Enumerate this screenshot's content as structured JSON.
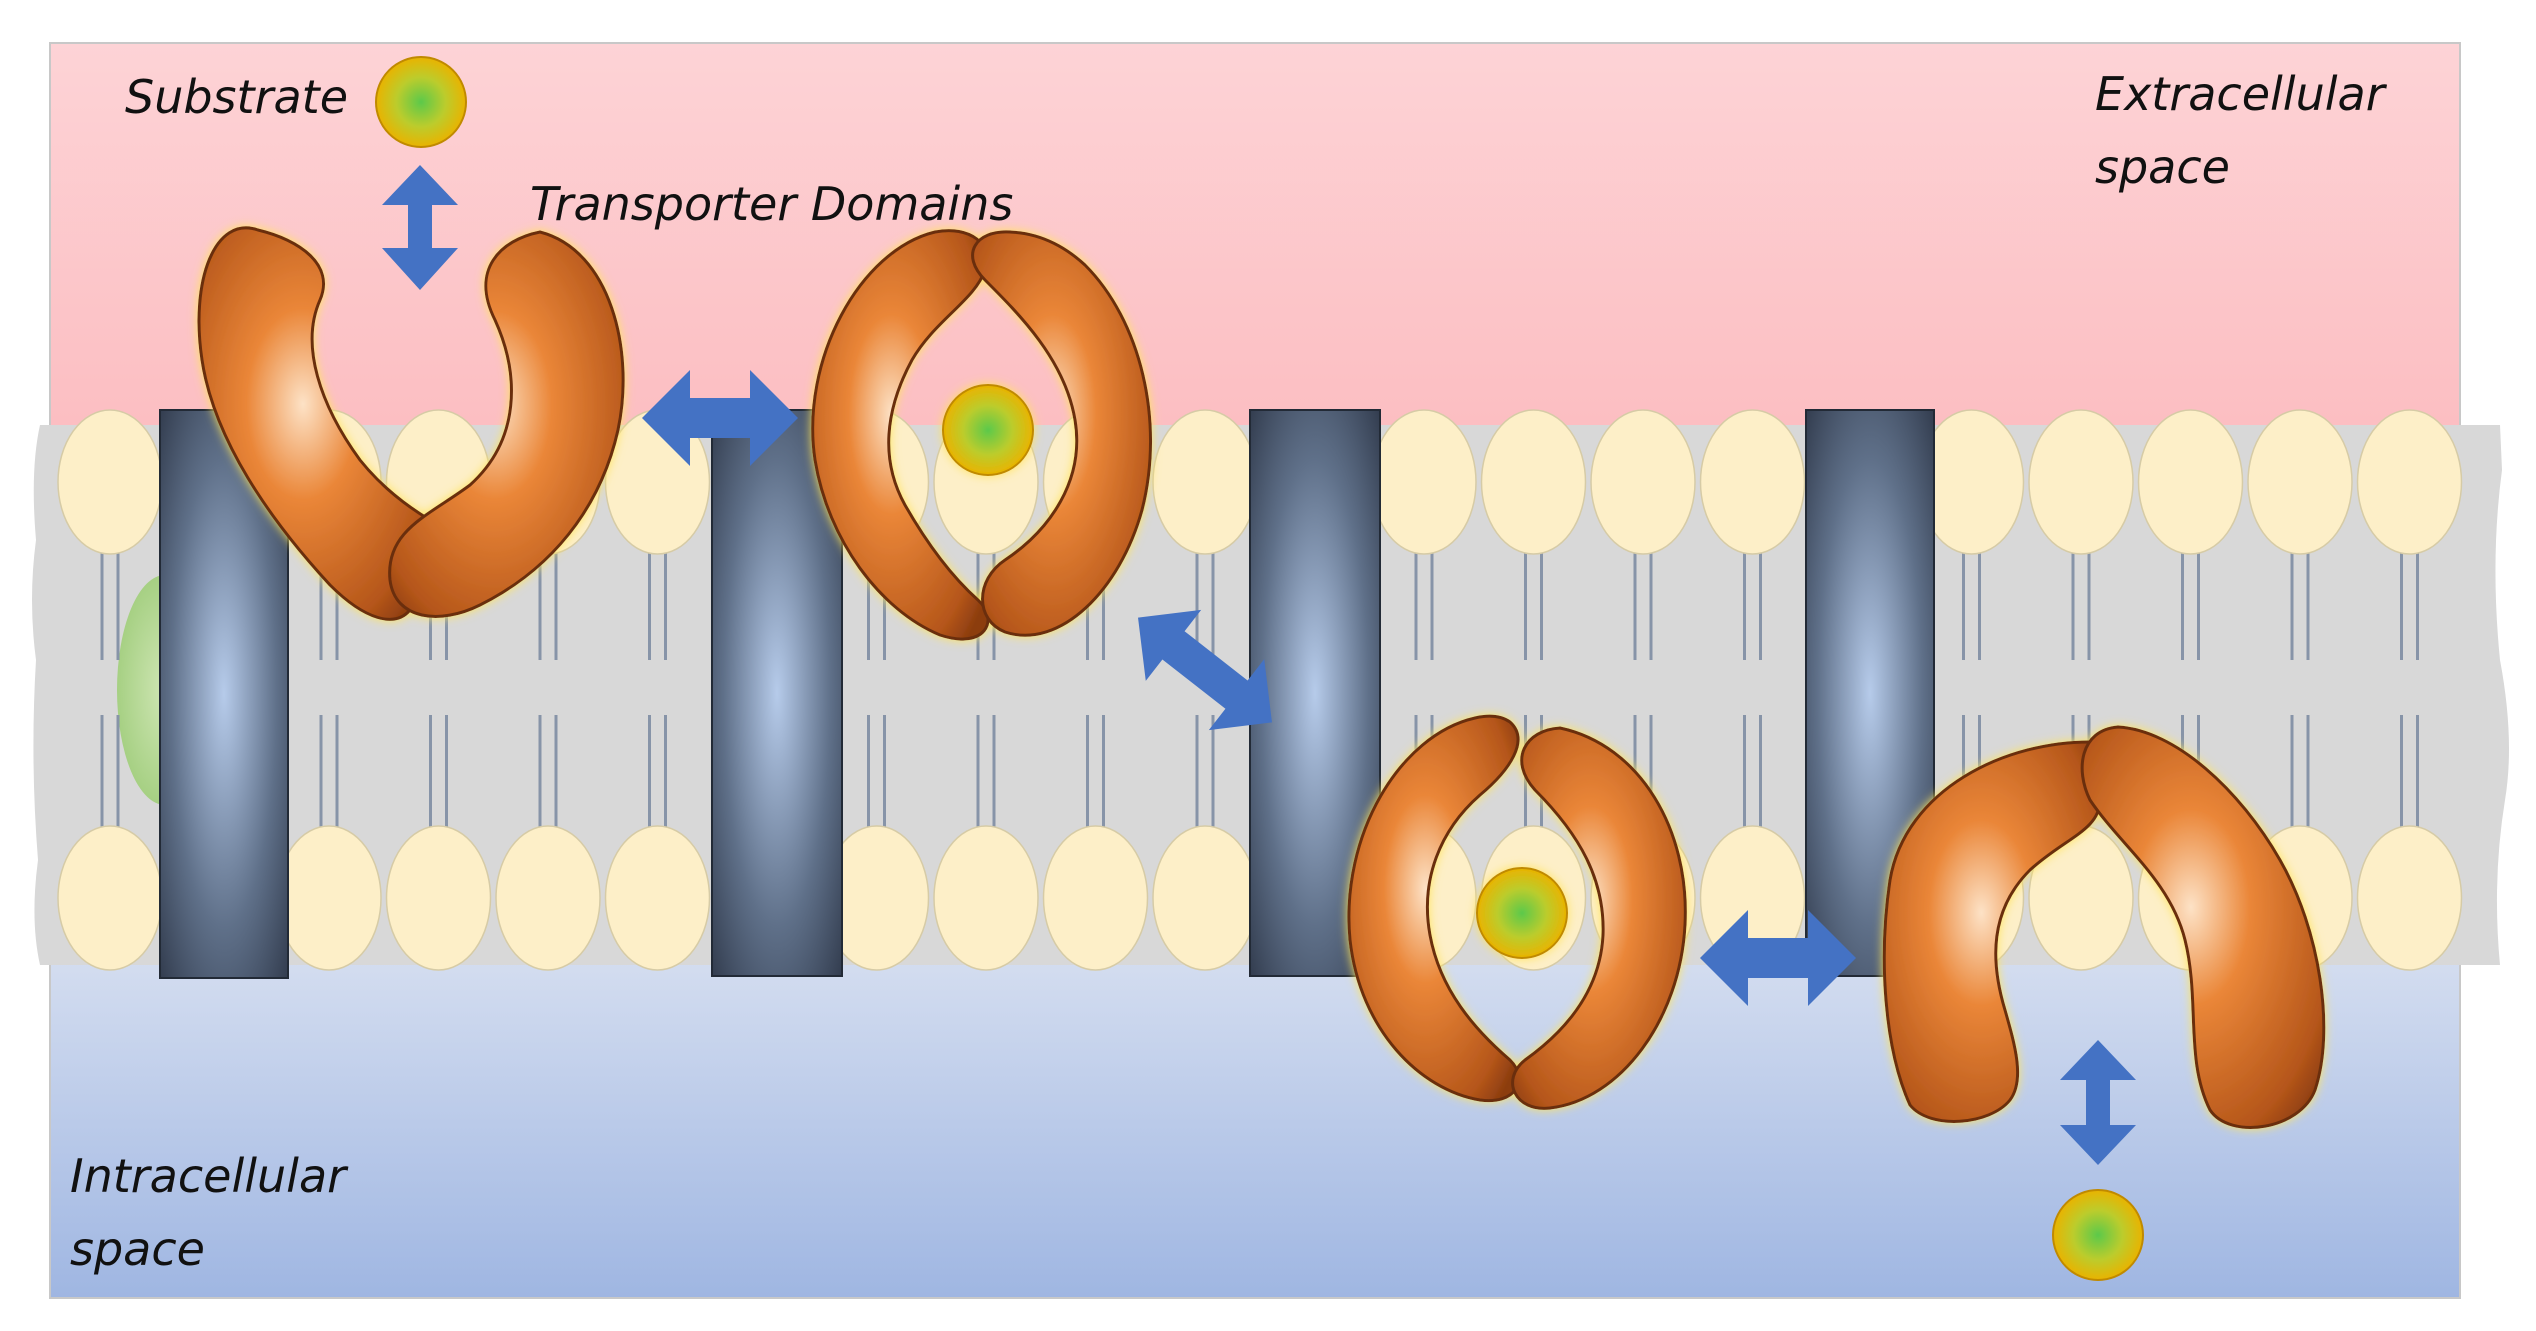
{
  "labels": {
    "substrate": "Substrate",
    "transporter_domains": "Transporter Domains",
    "extracellular_line1": "Extracellular",
    "extracellular_line2": "space",
    "intracellular_line1": "Intracellular",
    "intracellular_line2": "space"
  },
  "colors": {
    "extracellular_top": "#fdd3d6",
    "extracellular_bottom": "#fcbcc0",
    "intracellular_top": "#c9d5ec",
    "intracellular_bottom": "#9eb5e1",
    "membrane": "#d8d8d8",
    "lipid_head": "#fdefc8",
    "lipid_tail": "#8794a8",
    "protein_light": "#b2c8e8",
    "protein_dark": "#2c3546",
    "domain_light": "#fbd7b6",
    "domain_mid": "#e67f33",
    "domain_dark": "#9a4411",
    "domain_glow": "#ffe45c",
    "substrate_center": "#6fcd48",
    "substrate_edge": "#e8b400",
    "arrow": "#4472c4"
  }
}
